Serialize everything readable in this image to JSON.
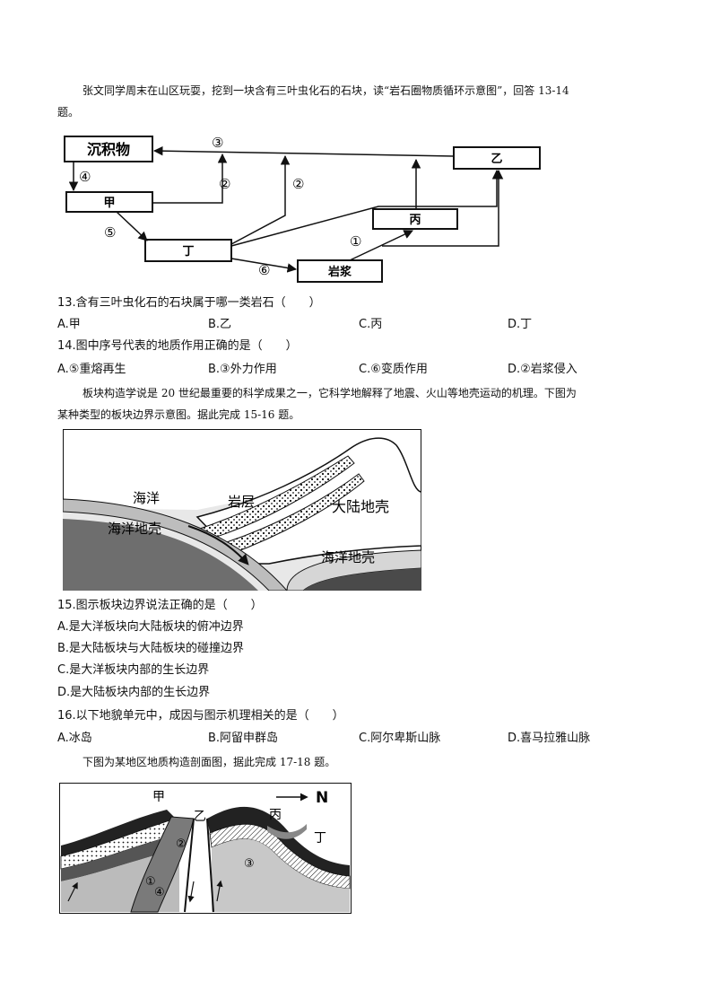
{
  "intro1_line1": "张文同学周末在山区玩耍，挖到一块含有三叶虫化石的石块，读“岩石圈物质循环示意图”，回答 13-14",
  "intro1_line2": "题。",
  "cycle": {
    "box_sediment": "沉积物",
    "box_jia": "甲",
    "box_yi": "乙",
    "box_bing": "丙",
    "box_ding": "丁",
    "box_magma": "岩浆",
    "n1": "①",
    "n2a": "②",
    "n2b": "②",
    "n3": "③",
    "n4": "④",
    "n5": "⑤",
    "n6": "⑥"
  },
  "q13": {
    "stem": "13.含有三叶虫化石的石块属于哪一类岩石（　　）",
    "a": "A.甲",
    "b": "B.乙",
    "c": "C.丙",
    "d": "D.丁"
  },
  "q14": {
    "stem": "14.图中序号代表的地质作用正确的是（　　）",
    "a": "A.⑤重熔再生",
    "b": "B.③外力作用",
    "c": "C.⑥变质作用",
    "d": "D.②岩浆侵入"
  },
  "intro2_line1": "板块构造学说是 20 世纪最重要的科学成果之一，它科学地解释了地震、火山等地壳运动的机理。下图为",
  "intro2_line2": "某种类型的板块边界示意图。据此完成 15-16 题。",
  "plate": {
    "ocean": "海洋",
    "strata": "岩层",
    "continental_crust": "大陆地壳",
    "oceanic_crust_left": "海洋地壳",
    "oceanic_crust_right": "海洋地壳"
  },
  "q15": {
    "stem": "15.图示板块边界说法正确的是（　　）",
    "a": "A.是大洋板块向大陆板块的俯冲边界",
    "b": "B.是大陆板块与大陆板块的碰撞边界",
    "c": "C.是大洋板块内部的生长边界",
    "d": "D.是大陆板块内部的生长边界"
  },
  "q16": {
    "stem": "16.以下地貌单元中，成因与图示机理相关的是（　　）",
    "a": "A.冰岛",
    "b": "B.阿留申群岛",
    "c": "C.阿尔卑斯山脉",
    "d": "D.喜马拉雅山脉"
  },
  "intro3": "下图为某地区地质构造剖面图，据此完成 17-18 题。",
  "section": {
    "jia": "甲",
    "yi": "乙",
    "bing": "丙",
    "ding": "丁",
    "north": "N",
    "n1": "①",
    "n2": "②",
    "n3": "③",
    "n4": "④"
  }
}
